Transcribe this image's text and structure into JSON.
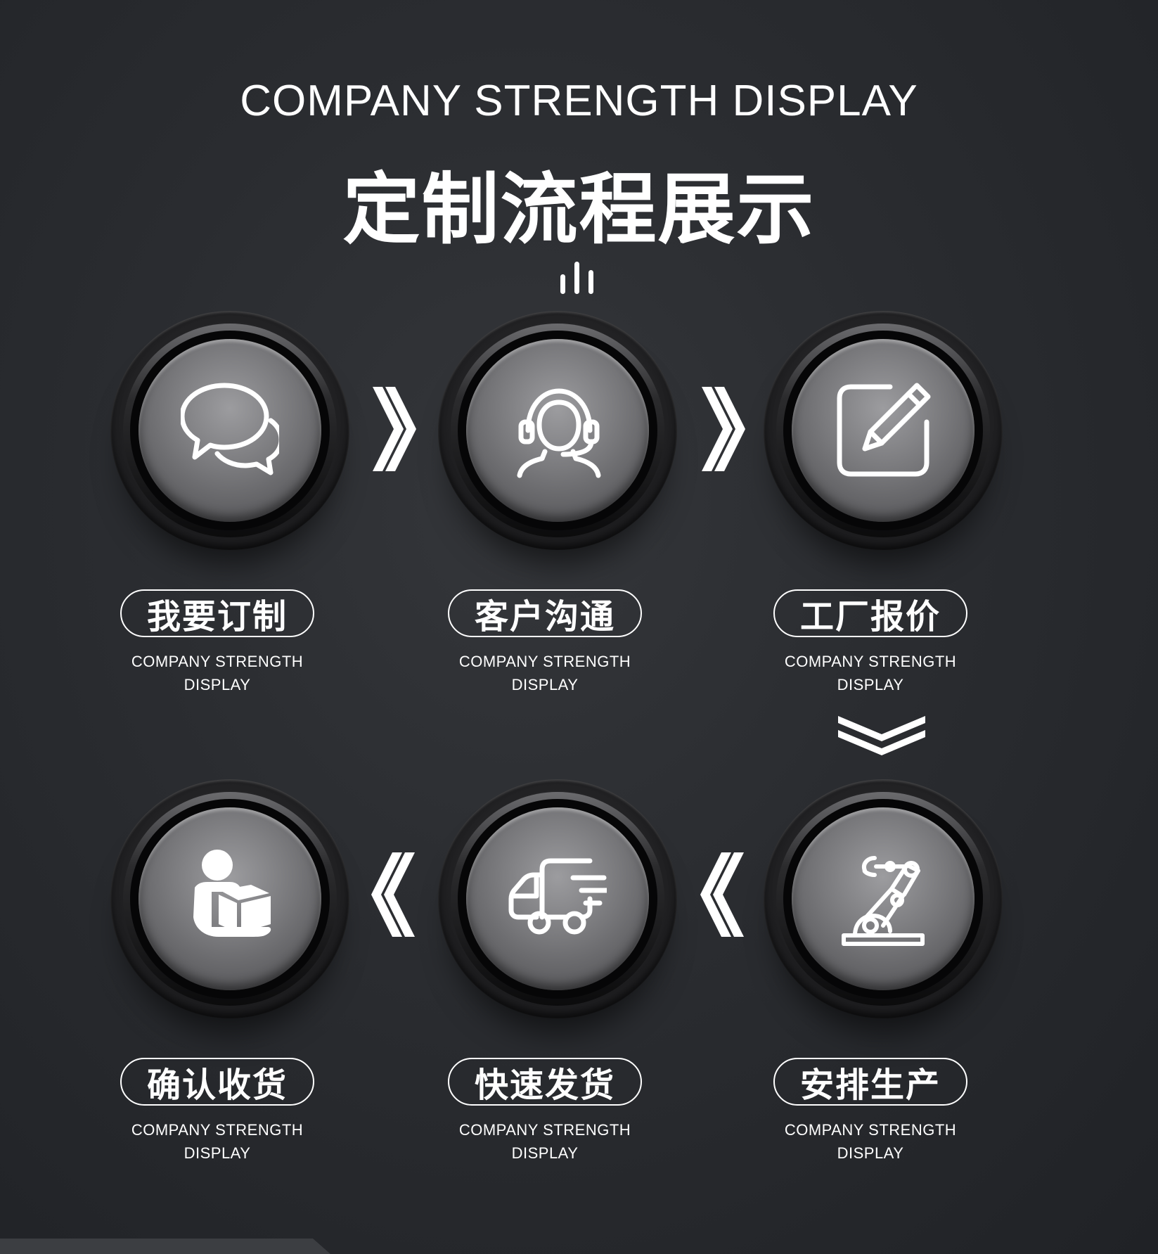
{
  "header": {
    "title_en": "COMPANY STRENGTH DISPLAY",
    "title_cn": "定制流程展示"
  },
  "steps": [
    {
      "label": "我要订制",
      "sub_line1": "COMPANY STRENGTH",
      "sub_line2": "DISPLAY",
      "icon": "chat-bubbles-icon"
    },
    {
      "label": "客户沟通",
      "sub_line1": "COMPANY STRENGTH",
      "sub_line2": "DISPLAY",
      "icon": "headset-agent-icon"
    },
    {
      "label": "工厂报价",
      "sub_line1": "COMPANY STRENGTH",
      "sub_line2": "DISPLAY",
      "icon": "edit-pencil-icon"
    },
    {
      "label": "安排生产",
      "sub_line1": "COMPANY STRENGTH",
      "sub_line2": "DISPLAY",
      "icon": "robot-arm-icon"
    },
    {
      "label": "快速发货",
      "sub_line1": "COMPANY STRENGTH",
      "sub_line2": "DISPLAY",
      "icon": "delivery-truck-icon"
    },
    {
      "label": "确认收货",
      "sub_line1": "COMPANY STRENGTH",
      "sub_line2": "DISPLAY",
      "icon": "person-package-icon"
    }
  ],
  "colors": {
    "background": "#2a2c30",
    "text": "#ffffff",
    "knob_face": "#77777a"
  }
}
